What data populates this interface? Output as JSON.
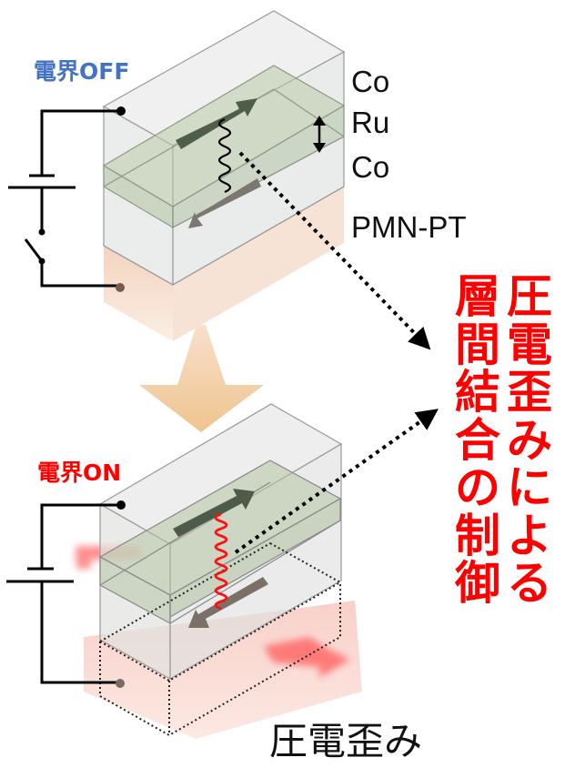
{
  "diagram": {
    "top_panel": {
      "state_label": "電界OFF",
      "layers": [
        "Co",
        "Ru",
        "Co",
        "PMN-PT"
      ],
      "coupling_spring_color": "#000000",
      "switch": "open"
    },
    "bottom_panel": {
      "state_label": "電界ON",
      "coupling_spring_color": "#ff0000",
      "switch": "closed",
      "caption": "圧電歪み"
    },
    "transition_arrow": "down",
    "side_title": {
      "column_1": "圧電歪みによる",
      "column_2": "層間結合の制御"
    },
    "colors": {
      "state_off": "#4472c4",
      "state_on": "#ff0000",
      "title": "#ff0000",
      "magnet_layer": "#b7c9a8",
      "substrate": "#f6d9c6",
      "strain": "#ff6b6b",
      "arrow": "#f0c890"
    }
  }
}
